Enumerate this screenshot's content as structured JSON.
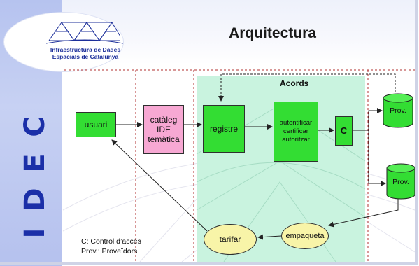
{
  "header": {
    "logo_line1": "Infraestructura de Dades",
    "logo_line2": "Espacials de Catalunya",
    "title": "Arquitectura"
  },
  "sidebar": {
    "letters": [
      "I",
      "D",
      "E",
      "C"
    ]
  },
  "diagram": {
    "region_label": "Acords",
    "nodes": {
      "usuari": "usuari",
      "cataleg_line1": "catàleg",
      "cataleg_line2": "IDE",
      "cataleg_line3": "temàtica",
      "registre": "registre",
      "autent_line1": "autentificar",
      "autent_line2": "certificar",
      "autent_line3": "autoritzar",
      "c_box": "C",
      "prov1": "Prov.",
      "prov2": "Prov.",
      "empaqueta": "empaqueta",
      "tarifar": "tarifar"
    },
    "legend_line1": "C: Control d’accés",
    "legend_line2": "Prov.: Proveïdors"
  },
  "colors": {
    "sidebar": "#b6c3ef",
    "accent_blue": "#1b2fa8",
    "green_box": "#33dd33",
    "pink_box": "#f7a8d3",
    "ellipse_fill": "#f8f4a8",
    "acords_region": "#c9f3df"
  }
}
